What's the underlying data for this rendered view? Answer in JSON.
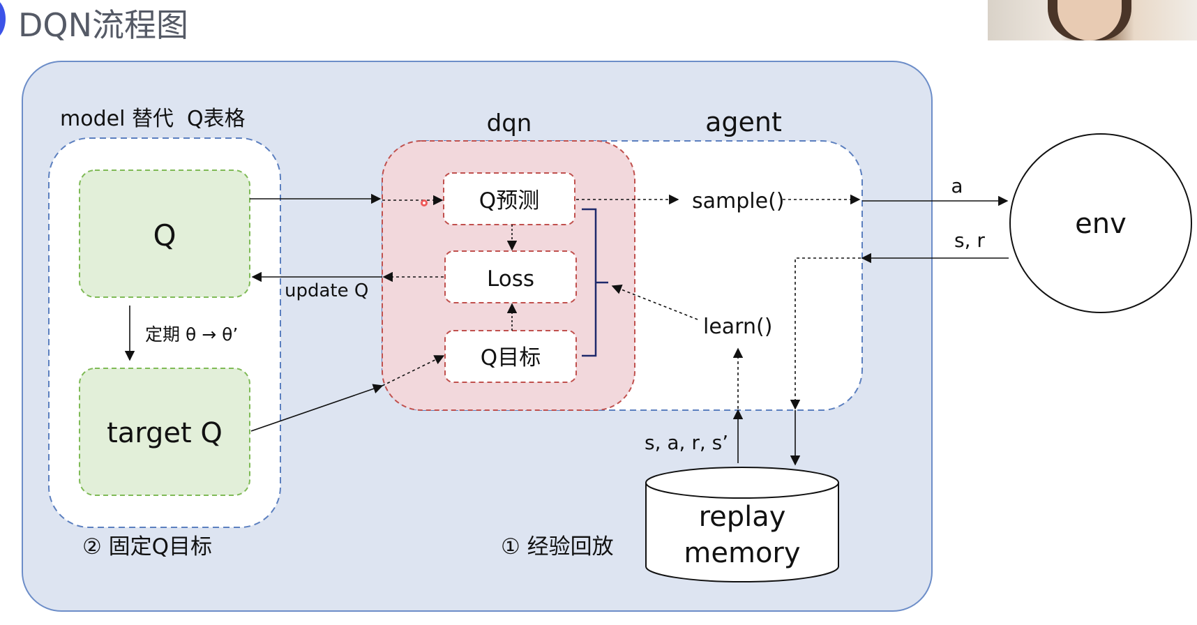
{
  "title": "DQN流程图",
  "labels": {
    "model_caption": "model 替代  Q表格",
    "dqn": "dqn",
    "agent": "agent",
    "q": "Q",
    "target_q": "target Q",
    "q_predict": "Q预测",
    "loss": "Loss",
    "q_target": "Q目标",
    "update_q": "update Q",
    "periodic": "定期 θ → θ’",
    "sample": "sample()",
    "learn": "learn()",
    "a": "a",
    "s_r": "s, r",
    "env": "env",
    "sars": "s, a, r, s’",
    "replay_line1": "replay",
    "replay_line2": "memory",
    "fixed_target": "② 固定Q目标",
    "experience_replay": "① 经验回放"
  },
  "colors": {
    "outer_bg": "#dde4f1",
    "outer_border": "#6c8dc8",
    "dashed_blue": "#5b7fbf",
    "green_fill": "#e2efd9",
    "green_border": "#7fba56",
    "red_fill": "#f2d8dc",
    "red_border": "#c0504d",
    "bracket": "#1f2a6b",
    "title_marker": "#3c53e8"
  }
}
